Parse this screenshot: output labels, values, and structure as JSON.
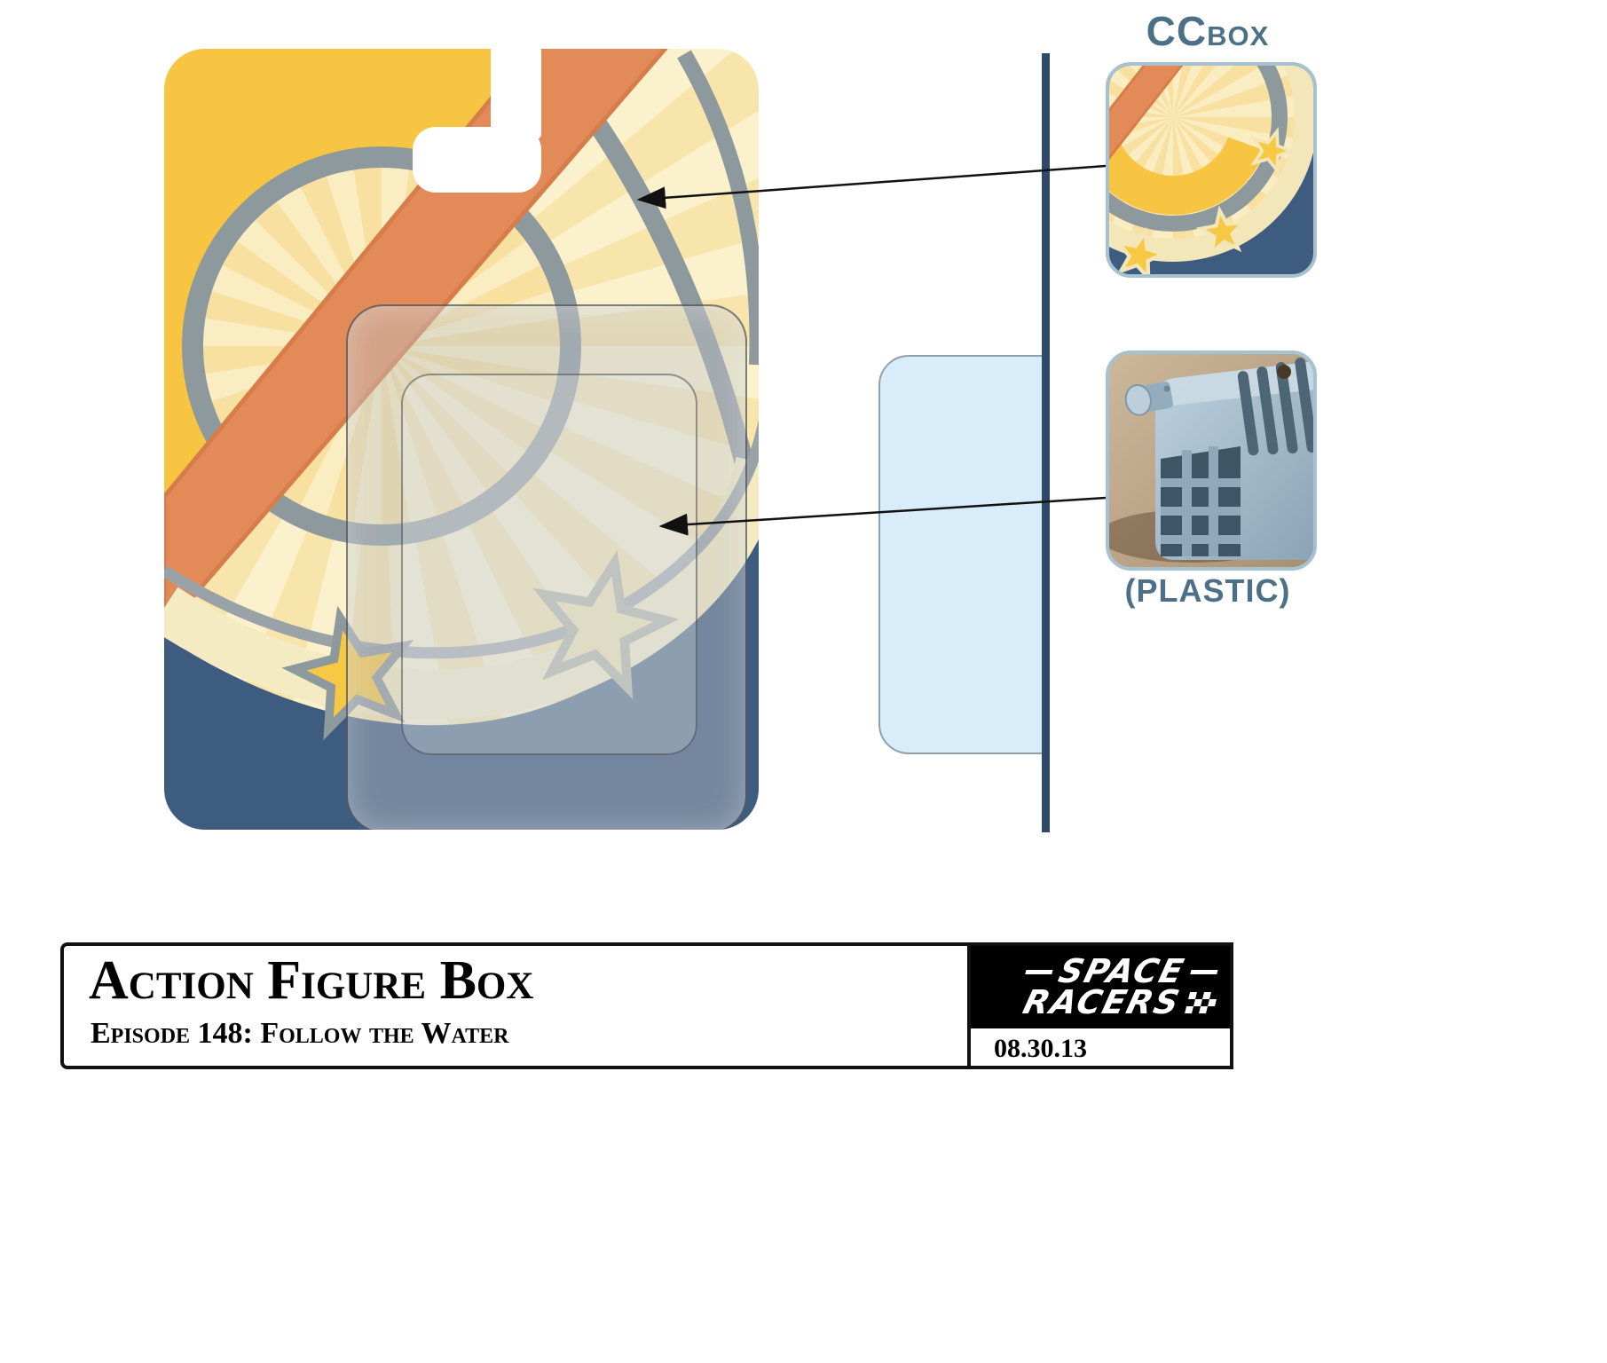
{
  "callouts": {
    "ccbox": {
      "label_cc": "CC",
      "label_box": "BOX"
    },
    "plastic": {
      "label": "(PLASTIC)"
    }
  },
  "title_block": {
    "title": "Action Figure Box",
    "episode_label": "Episode 148: Follow the Water"
  },
  "logo_box": {
    "brand_line1": "SPACE",
    "brand_line2": "RACERS",
    "date": "08.30.13"
  },
  "colors": {
    "card_gold": "#F7C542",
    "sunburst_light": "#FCF1CD",
    "sunburst_mid": "#F8E5AC",
    "stripe_orange": "#E28B59",
    "ring_gray": "#8E999E",
    "navy": "#3E5C80",
    "divider_navy": "#2E4A6B",
    "panel_blue": "#D9ECF9",
    "label_slate": "#4C7086",
    "cream": "#F5EBC2"
  }
}
